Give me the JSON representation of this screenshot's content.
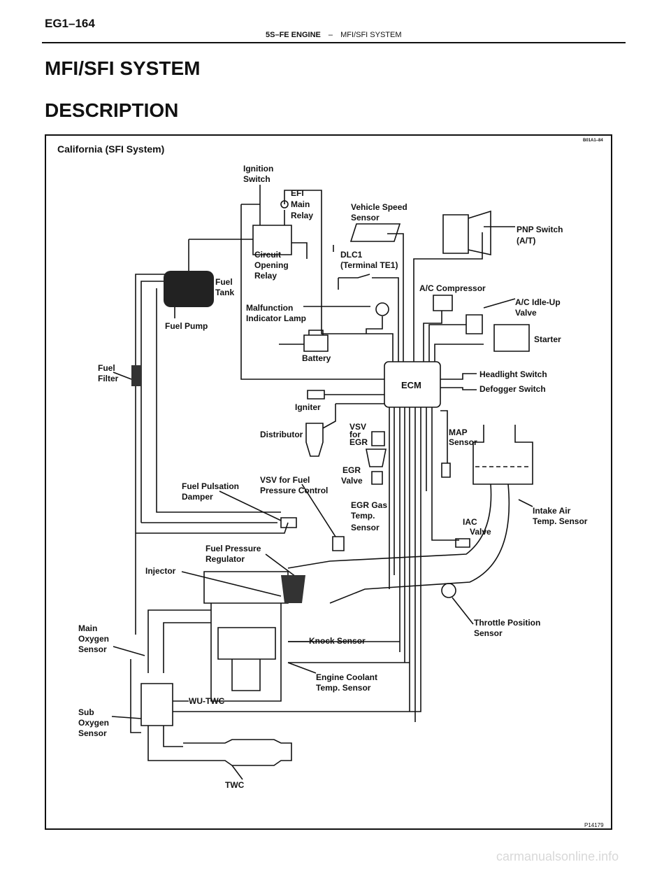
{
  "header": {
    "page_code": "EG1–164",
    "engine": "5S–FE ENGINE",
    "separator": "–",
    "section": "MFI/SFI SYSTEM"
  },
  "title": "MFI/SFI SYSTEM",
  "subtitle": "DESCRIPTION",
  "diagram": {
    "corner_code": "B01A1–84",
    "heading": "California (SFI System)",
    "figure_id": "P14179",
    "labels": {
      "ignition_switch": [
        "Ignition",
        "Switch"
      ],
      "efi_main_relay": [
        "EFI",
        "Main",
        "Relay"
      ],
      "vehicle_speed_sensor": [
        "Vehicle Speed",
        "Sensor"
      ],
      "pnp_switch": [
        "PNP Switch",
        "(A/T)"
      ],
      "circuit_opening_relay": [
        "Circuit",
        "Opening",
        "Relay"
      ],
      "dlc1": [
        "DLC1",
        "(Terminal TE1)"
      ],
      "fuel_tank": [
        "Fuel",
        "Tank"
      ],
      "fuel_pump": "Fuel Pump",
      "ac_compressor": "A/C Compressor",
      "malfunction_indicator_lamp": [
        "Malfunction",
        "Indicator Lamp"
      ],
      "ac_idle_up_valve": [
        "A/C Idle-Up",
        "Valve"
      ],
      "starter": "Starter",
      "battery": "Battery",
      "fuel_filter": [
        "Fuel",
        "Filter"
      ],
      "headlight_switch": "Headlight Switch",
      "defogger_switch": "Defogger Switch",
      "ecm": "ECM",
      "igniter": "Igniter",
      "distributor": "Distributor",
      "vsv_for_egr": [
        "VSV",
        "for",
        "EGR"
      ],
      "map_sensor": [
        "MAP",
        "Sensor"
      ],
      "egr_valve": [
        "EGR",
        "Valve"
      ],
      "fuel_pulsation_damper": [
        "Fuel Pulsation",
        "Damper"
      ],
      "vsv_fuel_pressure_control": [
        "VSV for Fuel",
        "Pressure Control"
      ],
      "egr_gas_temp_sensor": [
        "EGR Gas",
        "Temp.",
        "Sensor"
      ],
      "intake_air_temp_sensor": [
        "Intake Air",
        "Temp. Sensor"
      ],
      "iac_valve": [
        "IAC",
        "Valve"
      ],
      "fuel_pressure_regulator": [
        "Fuel Pressure",
        "Regulator"
      ],
      "injector": "Injector",
      "throttle_position_sensor": [
        "Throttle Position",
        "Sensor"
      ],
      "main_oxygen_sensor": [
        "Main",
        "Oxygen",
        "Sensor"
      ],
      "knock_sensor": "Knock Sensor",
      "engine_coolant_temp_sensor": [
        "Engine Coolant",
        "Temp. Sensor"
      ],
      "wu_twc": "WU-TWC",
      "sub_oxygen_sensor": [
        "Sub",
        "Oxygen",
        "Sensor"
      ],
      "twc": "TWC"
    }
  },
  "watermark": "carmanualsonline.info"
}
